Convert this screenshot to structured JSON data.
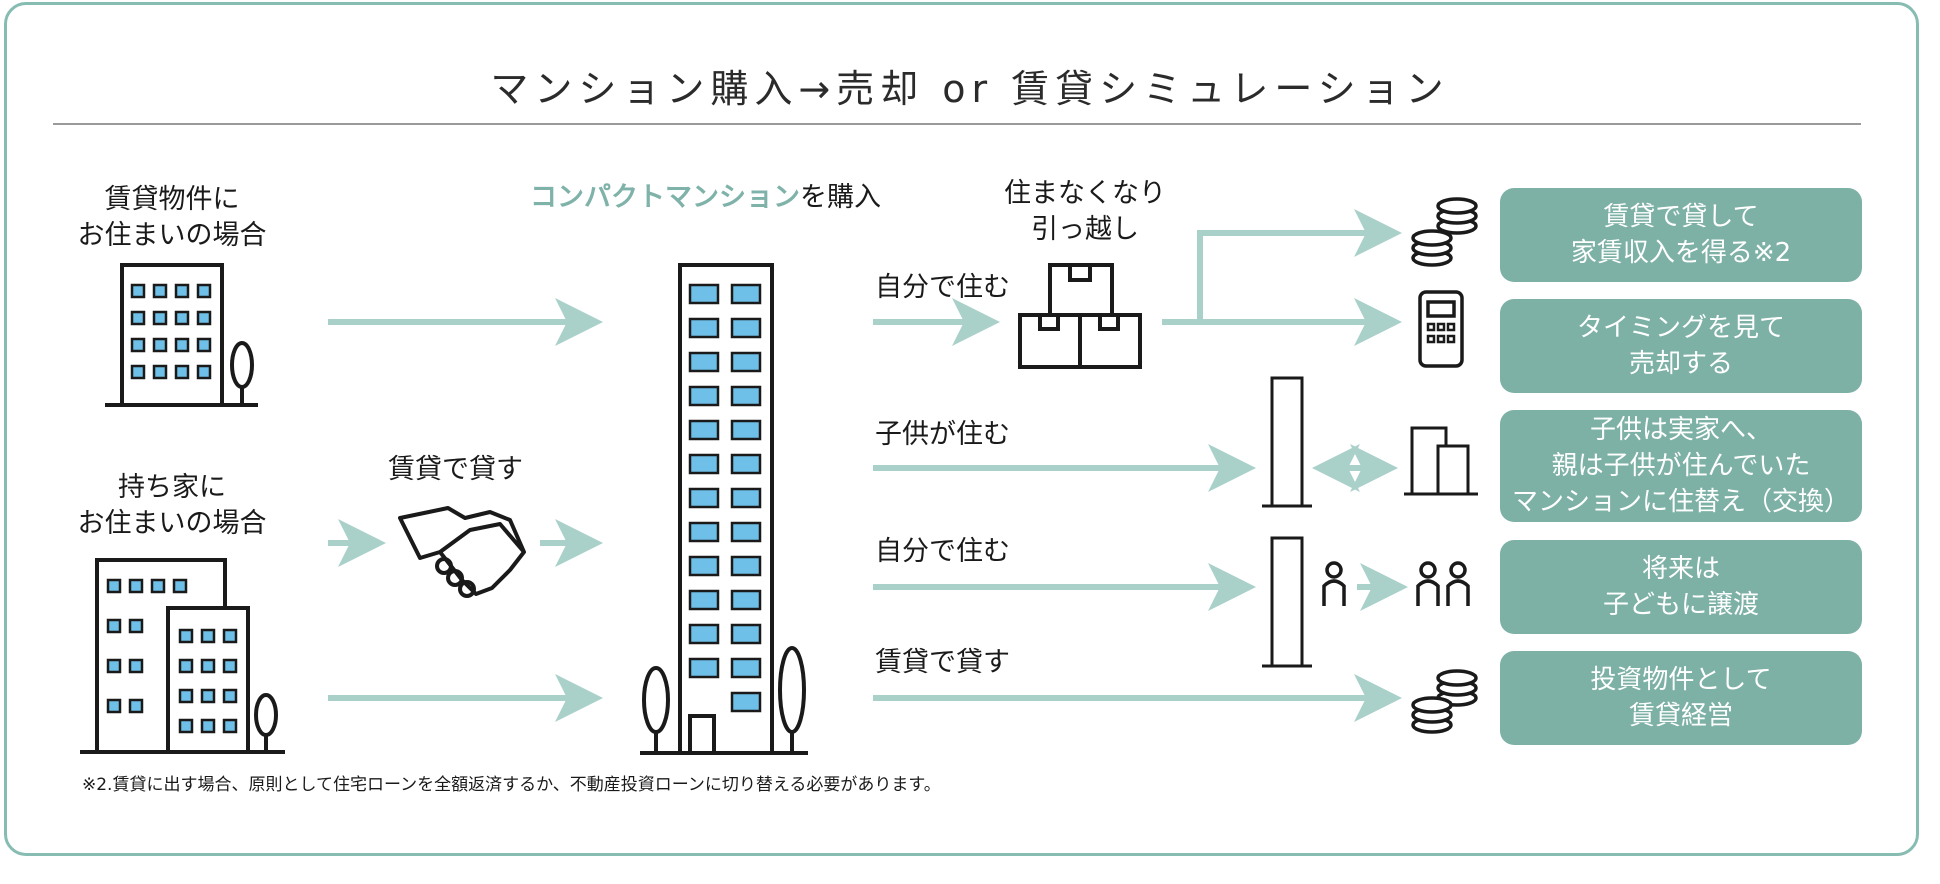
{
  "title": "マンション購入→売却 or 賃貸シミュレーション",
  "left": {
    "renting_line1": "賃貸物件に",
    "renting_line2": "お住まいの場合",
    "owning_line1": "持ち家に",
    "owning_line2": "お住まいの場合",
    "lease_out": "賃貸で貸す"
  },
  "center": {
    "purchase_accent": "コンパクトマンション",
    "purchase_rest": "を購入"
  },
  "branches": {
    "move_line1": "住まなくなり",
    "move_line2": "引っ越し",
    "self_live_1": "自分で住む",
    "child_live": "子供が住む",
    "self_live_2": "自分で住む",
    "lease_out": "賃貸で貸す"
  },
  "outcomes": [
    {
      "line1": "賃貸で貸して",
      "line2": "家賃収入を得る※2"
    },
    {
      "line1": "タイミングを見て",
      "line2": "売却する"
    },
    {
      "line1": "子供は実家へ、",
      "line2": "親は子供が住んでいた",
      "line3": "マンションに住替え（交換）"
    },
    {
      "line1": "将来は",
      "line2": "子どもに譲渡"
    },
    {
      "line1": "投資物件として",
      "line2": "賃貸経営"
    }
  ],
  "footnote": "※2.賃貸に出す場合、原則として住宅ローンを全額返済するか、不動産投資ローンに切り替える必要があります。",
  "colors": {
    "accent": "#7eb1a6",
    "arrow": "#a9d1ca",
    "frame": "#86bcb2",
    "window": "#6ec0e8"
  },
  "icons": [
    "building-icon",
    "house-building-icon",
    "handshake-icon",
    "tower-icon",
    "boxes-icon",
    "coins-icon",
    "calculator-icon",
    "person-icon",
    "people-icon",
    "small-tower-icon",
    "small-building-icon"
  ]
}
